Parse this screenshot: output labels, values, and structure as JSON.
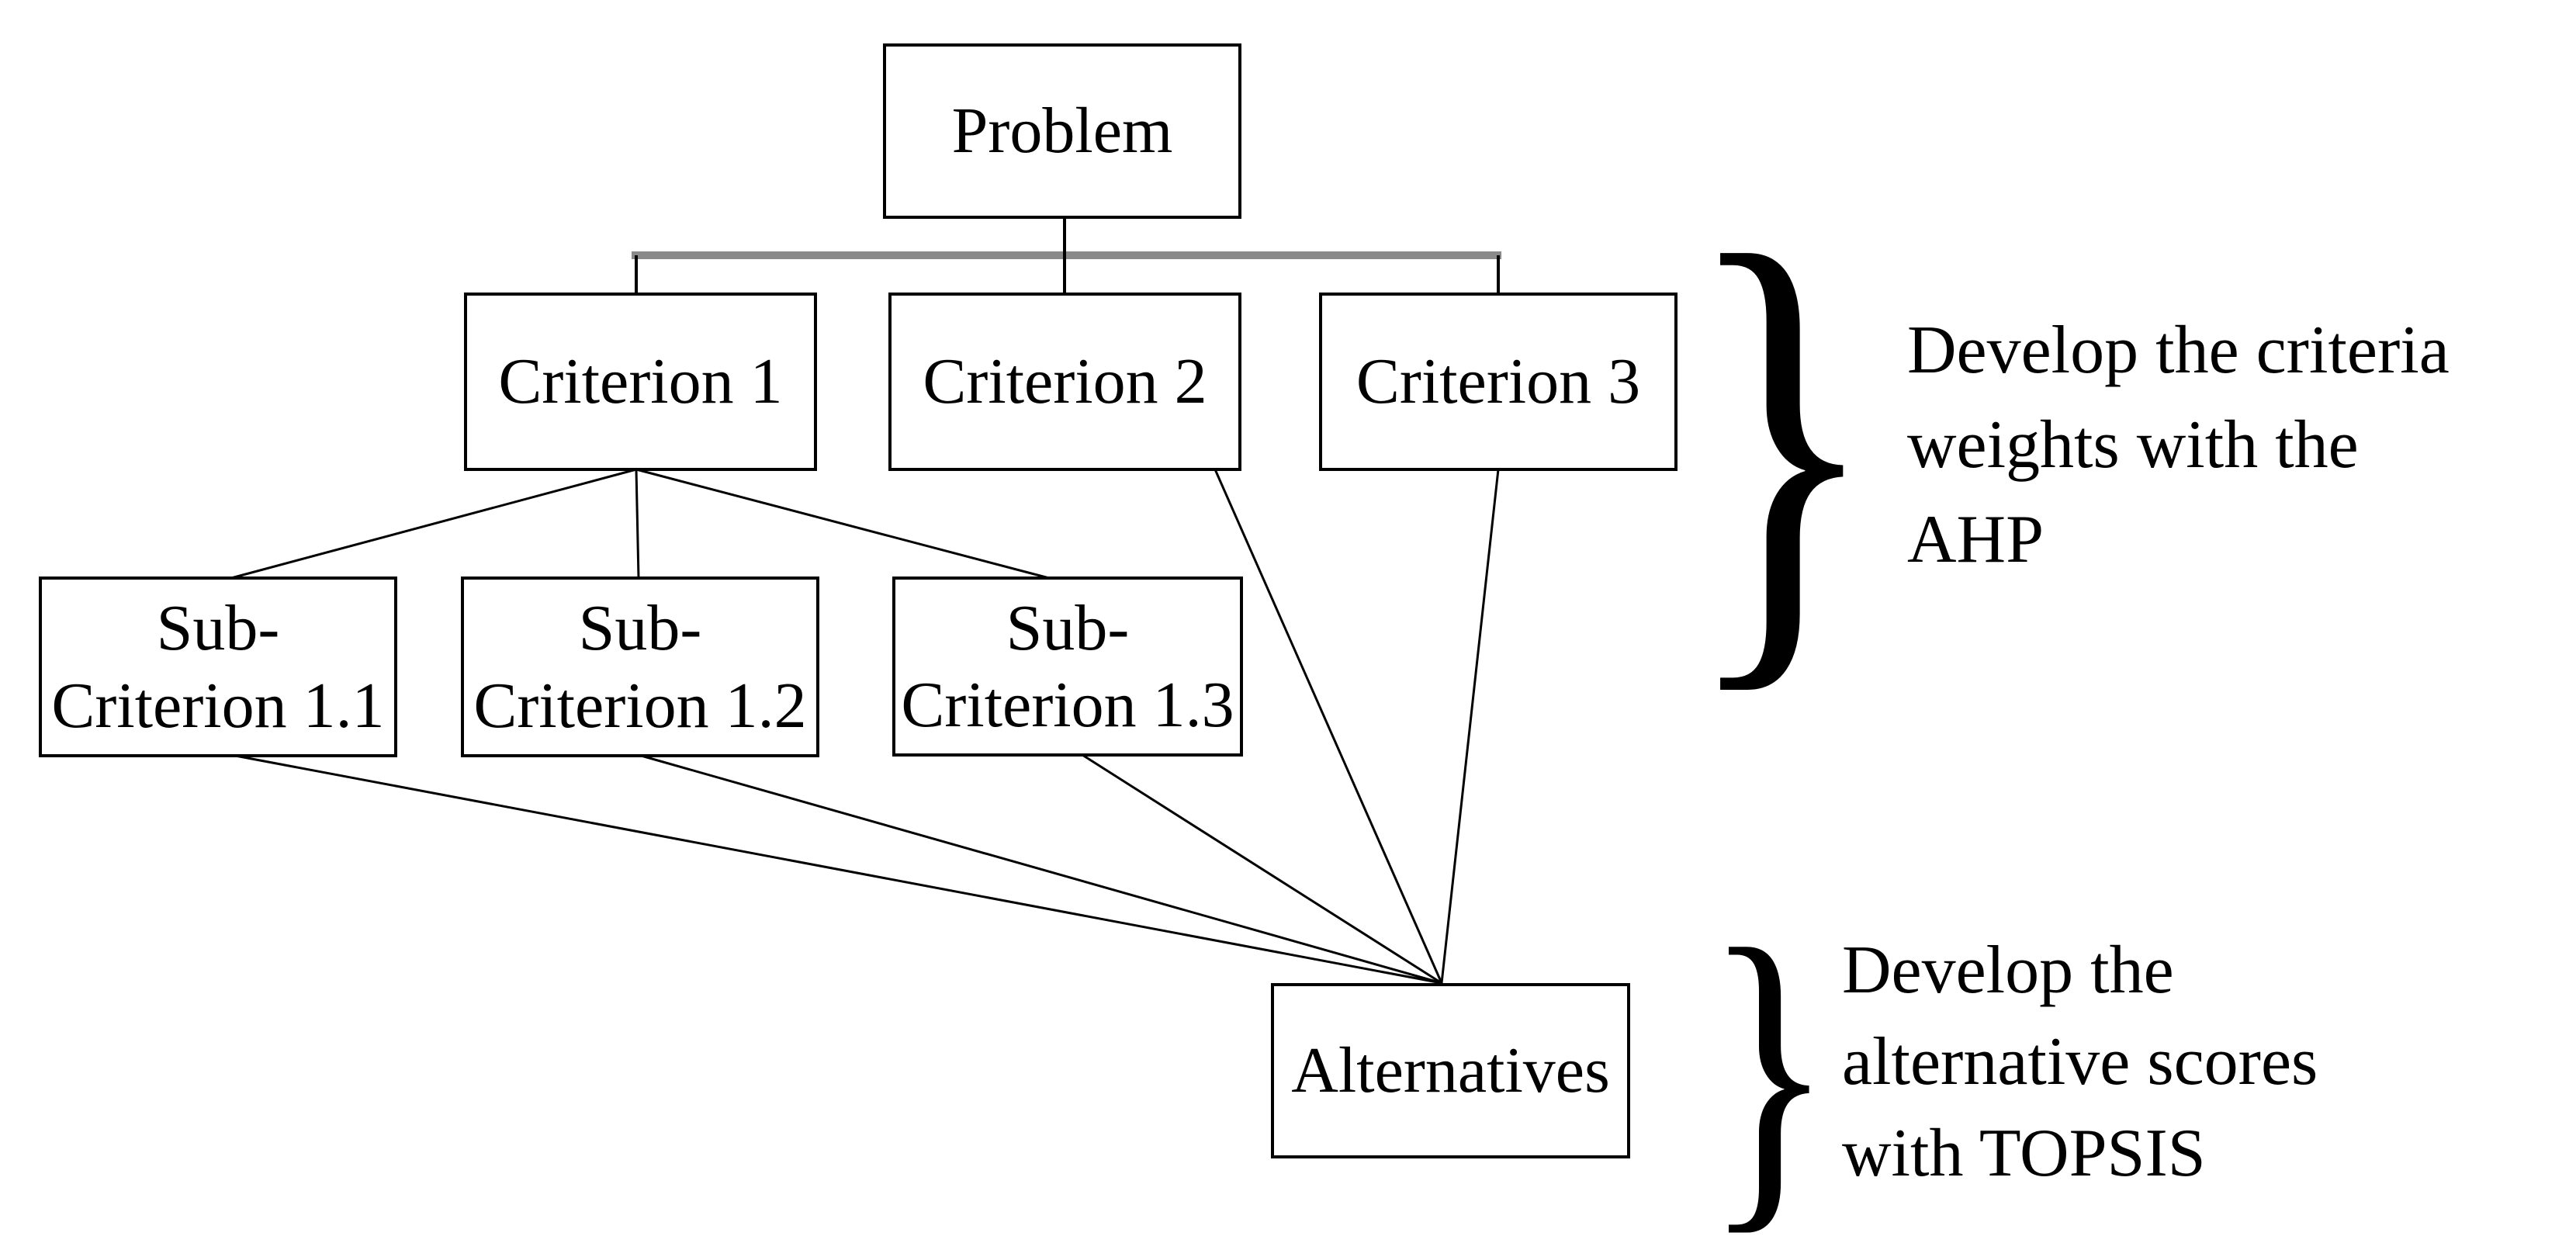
{
  "colors": {
    "background": "#ffffff",
    "line": "#000000",
    "connector_bar": "#8a8a8a",
    "text": "#000000"
  },
  "diagram": {
    "nodes": {
      "problem": {
        "label": "Problem"
      },
      "criterion1": {
        "label": "Criterion 1"
      },
      "criterion2": {
        "label": "Criterion 2"
      },
      "criterion3": {
        "label": "Criterion 3"
      },
      "subcriterion11": {
        "lines": [
          "Sub-",
          "Criterion 1.1"
        ]
      },
      "subcriterion12": {
        "lines": [
          "Sub-",
          "Criterion 1.2"
        ]
      },
      "subcriterion13": {
        "lines": [
          "Sub-",
          "Criterion 1.3"
        ]
      },
      "alternatives": {
        "label": "Alternatives"
      }
    },
    "edges": [
      {
        "from": "problem",
        "to": "criterion1"
      },
      {
        "from": "problem",
        "to": "criterion2"
      },
      {
        "from": "problem",
        "to": "criterion3"
      },
      {
        "from": "criterion1",
        "to": "subcriterion11"
      },
      {
        "from": "criterion1",
        "to": "subcriterion12"
      },
      {
        "from": "criterion1",
        "to": "subcriterion13"
      },
      {
        "from": "subcriterion11",
        "to": "alternatives"
      },
      {
        "from": "subcriterion12",
        "to": "alternatives"
      },
      {
        "from": "subcriterion13",
        "to": "alternatives"
      },
      {
        "from": "criterion2",
        "to": "alternatives"
      },
      {
        "from": "criterion3",
        "to": "alternatives"
      }
    ]
  },
  "annotations": {
    "ahp": {
      "brace_glyph": "}",
      "lines": [
        "Develop the criteria",
        "weights with the",
        "AHP"
      ]
    },
    "topsis": {
      "brace_glyph": "}",
      "lines": [
        "Develop the",
        "alternative scores",
        "with TOPSIS"
      ]
    }
  }
}
